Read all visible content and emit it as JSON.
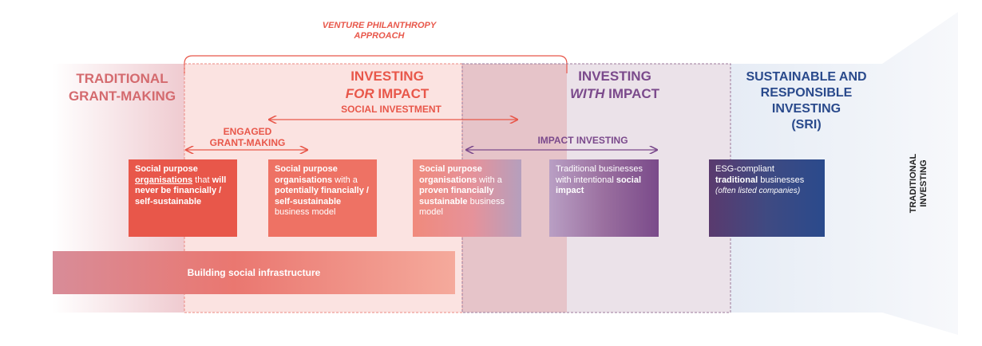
{
  "venture": {
    "line1": "VENTURE PHILANTHROPY",
    "line2": "APPROACH"
  },
  "headings": {
    "traditional_grant": {
      "line1": "TRADITIONAL",
      "line2": "GRANT-MAKING"
    },
    "investing_for": {
      "line1": "INVESTING",
      "line2_em": "FOR",
      "line2_rest": " IMPACT"
    },
    "investing_with": {
      "line1": "INVESTING",
      "line2_em": "WITH",
      "line2_rest": " IMPACT"
    },
    "sri": {
      "line1": "SUSTAINABLE AND",
      "line2": "RESPONSIBLE",
      "line3": "INVESTING",
      "line4": "(SRI)"
    },
    "traditional_investing": {
      "line1": "TRADITIONAL",
      "line2": "INVESTING"
    }
  },
  "arrows": {
    "social_investment": "SOCIAL INVESTMENT",
    "engaged": {
      "line1": "ENGAGED",
      "line2": "GRANT-MAKING"
    },
    "impact_investing": "IMPACT INVESTING"
  },
  "boxes": {
    "b1": {
      "p1": "Social purpose ",
      "p2": "organisations",
      "p3": " that ",
      "p4": "will never be financially / self-sustainable"
    },
    "b2": {
      "p1": "Social purpose organisations",
      "p2": " with a ",
      "p3": "potentially financially / self-sustainable",
      "p4": " business model"
    },
    "b3": {
      "p1": "Social purpose organisations",
      "p2": " with a ",
      "p3": "proven financially sustainable",
      "p4": " business model"
    },
    "b4": {
      "p1": "Traditional businesses with intentional ",
      "p2": "social impact"
    },
    "b5": {
      "p1": "ESG-compliant ",
      "p2": "traditional",
      "p3": " businesses ",
      "p4": "(often listed companies)"
    }
  },
  "infrastructure": "Building social infrastructure",
  "colors": {
    "coral": "#e8574a",
    "purple": "#7b4a8c",
    "navy": "#2a4a8c"
  }
}
